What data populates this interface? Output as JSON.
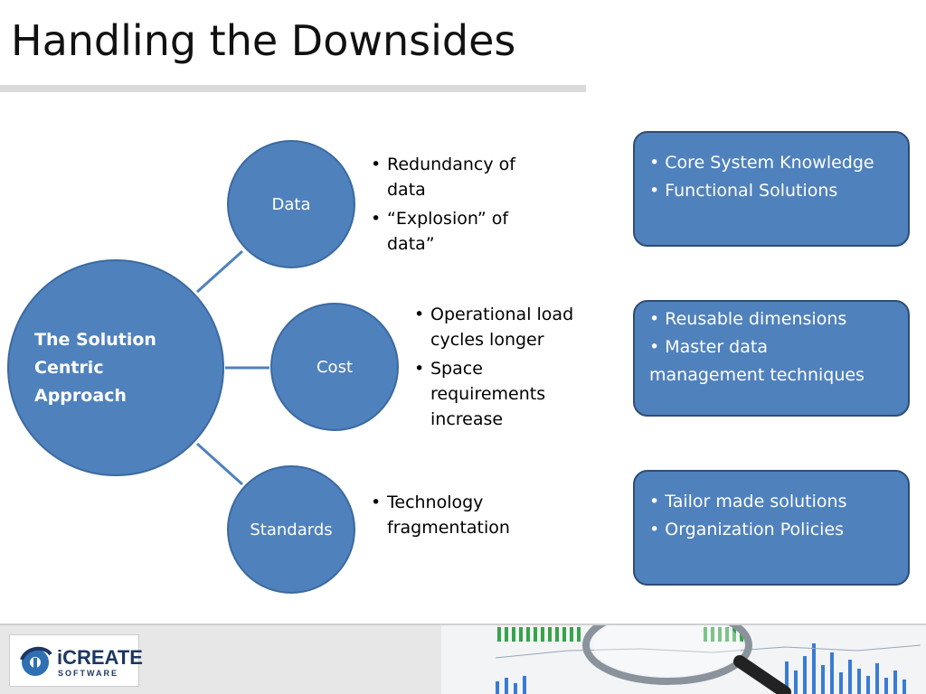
{
  "slide": {
    "title": "Handling the Downsides"
  },
  "diagram": {
    "center_lines": [
      "The Solution",
      "Centric",
      "Approach"
    ],
    "nodes": [
      {
        "label": "Data",
        "bullets": [
          "Redundancy of data",
          "“Explosion” of data”"
        ]
      },
      {
        "label": "Cost",
        "bullets": [
          "Operational load cycles longer",
          "Space requirements increase"
        ]
      },
      {
        "label": "Standards",
        "bullets": [
          "Technology fragmentation"
        ]
      }
    ],
    "colors": {
      "node_fill": "#4f81bd",
      "node_border": "#3b6aa0",
      "connector": "#4f81bd",
      "box_border": "#2e4d73"
    }
  },
  "solution_boxes": [
    {
      "lines": [
        "•  Core System Knowledge",
        "•  Functional Solutions"
      ]
    },
    {
      "lines": [
        "•  Reusable dimensions",
        "•  Master data",
        "management techniques"
      ]
    },
    {
      "lines": [
        "•  Tailor made solutions",
        "•  Organization Policies"
      ]
    }
  ],
  "footer": {
    "logo_word": "iCREATE",
    "logo_sub": "SOFTWARE",
    "icons": {
      "logo": "icreate-logo-icon",
      "photo": "magnifier-chart-photo"
    }
  }
}
